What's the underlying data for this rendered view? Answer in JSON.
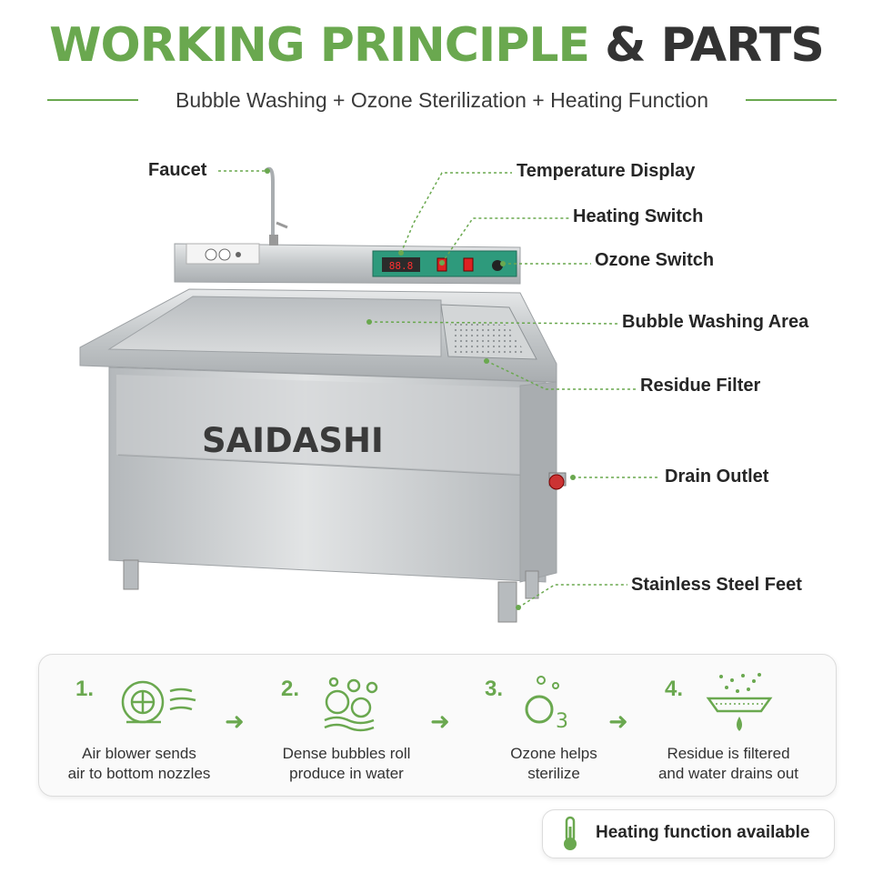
{
  "header": {
    "title_green": "WORKING PRINCIPLE",
    "title_dark": "& PARTS",
    "subtitle": "Bubble Washing + Ozone Sterilization + Heating Function"
  },
  "machine": {
    "brand": "SAIDASHI",
    "temperature_readout": "88.8"
  },
  "parts": {
    "faucet": "Faucet",
    "temperature_display": "Temperature Display",
    "heating_switch": "Heating Switch",
    "ozone_switch": "Ozone Switch",
    "bubble_washing_area": "Bubble Washing Area",
    "residue_filter": "Residue Filter",
    "drain_outlet": "Drain Outlet",
    "stainless_steel_feet": "Stainless Steel Feet"
  },
  "steps": [
    {
      "number": "1.",
      "line1": "Air blower sends",
      "line2": "air to bottom nozzles",
      "icon": "air-blower-icon"
    },
    {
      "number": "2.",
      "line1": "Dense bubbles roll",
      "line2": "produce in water",
      "icon": "bubbles-icon"
    },
    {
      "number": "3.",
      "line1": "Ozone helps",
      "line2": "sterilize",
      "icon": "ozone-icon"
    },
    {
      "number": "4.",
      "line1": "Residue is filtered",
      "line2": "and water drains out",
      "icon": "filter-drain-icon"
    }
  ],
  "heating_badge": {
    "label": "Heating function available",
    "icon": "thermometer-icon"
  },
  "colors": {
    "accent": "#6aa84f",
    "text": "#262626",
    "steel": "#c9ccce",
    "panel": "#2e9a7c"
  }
}
